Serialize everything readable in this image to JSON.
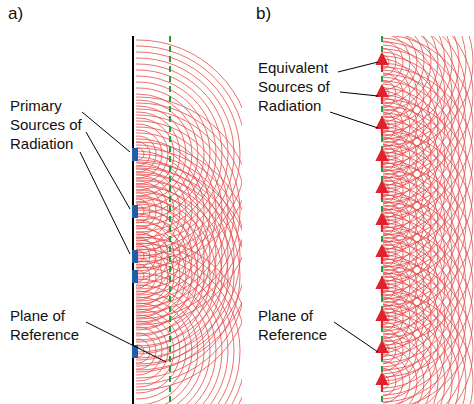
{
  "diagram": {
    "labels": [
      "a)",
      "Primary Sources of Radiation",
      "Plane of Reference",
      "b)",
      "Equivalent Sources of Radiation",
      "Plane of Reference"
    ]
  }
}
